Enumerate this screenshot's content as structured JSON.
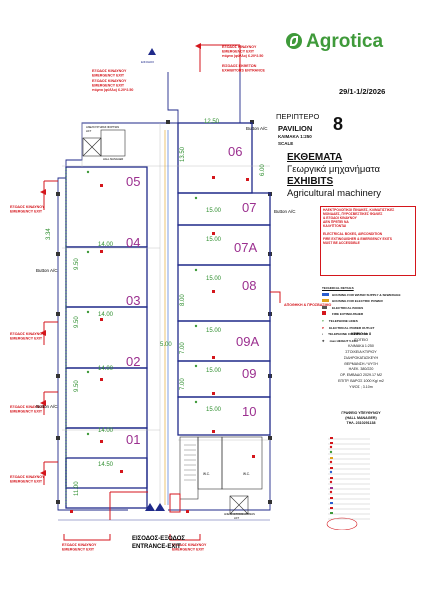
{
  "header": {
    "brand": "Agrotica",
    "dates": "29/1-1/2/2026",
    "pavilion_gr": "ΠΕΡΙΠΤΕΡΟ",
    "pavilion_en": "PAVILION",
    "pavilion_number": "8",
    "scale_gr": "ΚΛΙΜΑΚΑ 1:250",
    "scale_en": "SCALE",
    "exhibits_gr": "ΕΚΘΕΜΑΤΑ",
    "exhibits_gr_sub": "Γεωργικά μηχανήματα",
    "exhibits_en": "EXHIBITS",
    "exhibits_en_sub": "Agricultural machinery"
  },
  "notice": {
    "gr_line1": "ΗΛΕΚΤΡΟΛΟΓΙΚΟΙ ΠΙΝΑΚΕΣ, ΚΛΙΜΑΤΙΣΤΙΚΕΣ",
    "gr_line2": "ΜΟΝΑΔΕΣ, ΠΥΡΟΣΒΕΣΤΙΚΕΣ ΦΩΛΙΕΣ",
    "gr_line3": "& ΕΞΟΔΟΙ ΚΙΝΔΥΝΟΥ",
    "gr_line4": "ΔΕΝ ΠΡΕΠΕΙ ΝΑ",
    "gr_line5": "ΚΑΛΥΠΤΟΝΤΑΙ",
    "en_line1": "ELECTRICAL BOXES, AIRCONDITION",
    "en_line2": "FIRE EXTINGUISHER & EMERGENCY EXITS",
    "en_line3": "MUST BE ACCESSIBLE"
  },
  "technical": {
    "title": "TECHNICAL DETAILS",
    "items": [
      "HOUSING FOR WATER SUPPLY & SEWERAGE",
      "HOUSING FOR ELECTRIC POWER",
      "ELECTRICAL BOXES",
      "FIRE EXTINGUISHER",
      "TELEPHONE LINES",
      "ELECTRICAL POWER OUTLET",
      "TELEPHONE CONNECTOR",
      "max HEIGHT 5.10m"
    ]
  },
  "building_info": [
    "ΚΤΙΡΙΟ № 8",
    "ΙΣΟΓΕΙΟ",
    "ΚΛΙΜΑΚΑ 1:250",
    "ΣΤΟΙΧΕΙΑ ΚΤΙΡΙΟΥ",
    "ΣΙΔΗΡΟΚΑΤΑΣΚΕΥΗ",
    "ΘΕΡΜΑΝΣΗ / ΨΥΞΗ",
    "ΗΛΕΚ. 380/220",
    "ΟΡ. ΕΜΒΑΔΟ 2029.17 M2",
    "ΕΠΙΤΡ. ΒΑΡΟΣ 1000 Kg/ m2",
    "ΥΨΟΣ ; 3.10m"
  ],
  "management": {
    "line1": "ΓΡΑΦΕΙΟ ΥΠΕΥΘΥΝΟΥ",
    "line2": "(HALL MANAGER)",
    "line3": "ΤΗΛ. 2310291138"
  },
  "exits": {
    "top_gr": "ΕΞΟΔΟΣ ΚΙΝΔΥΝΟΥ",
    "top_en": "EMERGENCY EXIT",
    "top_note": "πόρτα (φύλλο) 6.20*2.50",
    "entrance_gr": "ΕΙΣΟΔΟΣ ΕΚΘΕΤΩΝ",
    "entrance_en": "EXHIBITORS ENTRANCE",
    "entry_exit_gr": "ΕΙΣΟΔΟΣ-ΕΞΟΔΟΣ",
    "entry_exit_en": "ENTRANCE-EXIT"
  },
  "labels": {
    "button": "Button A/C",
    "lift_gr": "ΑΝΕΛΚΥΣΤΗΡΑΣ ΦΟΡΤΙΩΝ",
    "lift_en": "LIFT",
    "hall_manager": "HALL MANAGER",
    "wc": "W.C.",
    "storage": "ΑΠΟΘΗΚΗ & ΠΡΟΣΒΑΣΙΜΟ",
    "lift2_gr": "ΑΝΕΛΚΥΣΤΗΡΑΣ ΑΤΟΜΩΝ",
    "lift2_en": "LIFT",
    "center_dim": "5.00"
  },
  "booths": [
    {
      "id": "01",
      "w": "14.50",
      "h": "11.00"
    },
    {
      "id": "02",
      "w": "14.00",
      "h": "9.50"
    },
    {
      "id": "03",
      "w": "14.00",
      "h": "9.50"
    },
    {
      "id": "04",
      "w": "14.00",
      "h": "9.50"
    },
    {
      "id": "05",
      "w": "14.00",
      "h": "3.34"
    },
    {
      "id": "06",
      "w": "12.50",
      "h": "13.50"
    },
    {
      "id": "07",
      "w": "15.00",
      "h": "6.00"
    },
    {
      "id": "07A",
      "w": "15.00",
      "h": "8.00"
    },
    {
      "id": "08",
      "w": "15.00",
      "h": "8.00"
    },
    {
      "id": "09A",
      "w": "15.00",
      "h": "7.00"
    },
    {
      "id": "09",
      "w": "15.00",
      "h": "7.00"
    },
    {
      "id": "10",
      "w": "15.00",
      "h": "7.00"
    }
  ],
  "colors": {
    "brand_green": "#3f9a3a",
    "booth_purple": "#9b2f8f",
    "dim_green": "#2f8f2f",
    "wall_blue": "#1f2a8a",
    "red": "#d4161c"
  }
}
